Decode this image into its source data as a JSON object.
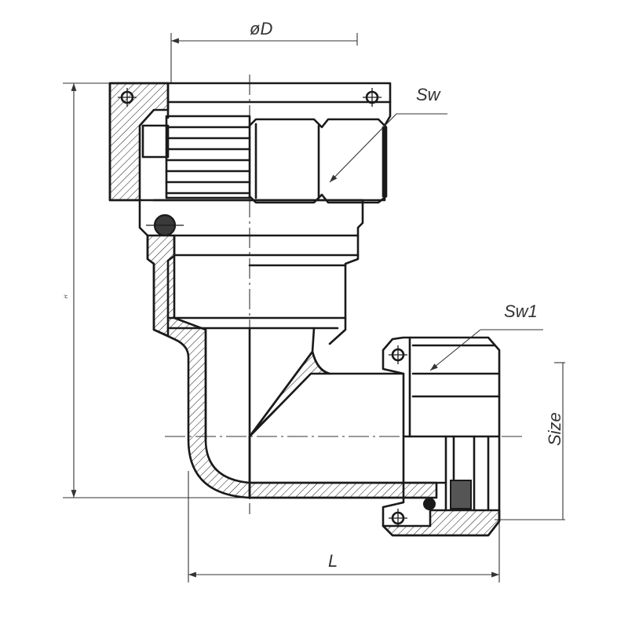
{
  "labels": {
    "diameter": "øD",
    "wrench_size": "Sw",
    "wrench_size_secondary": "Sw1",
    "size": "Size",
    "length": "L",
    "height": "H"
  },
  "colors": {
    "line": "#1a1a1a",
    "dimension": "#333333",
    "seal_fill": "#555555",
    "background": "#ffffff"
  }
}
